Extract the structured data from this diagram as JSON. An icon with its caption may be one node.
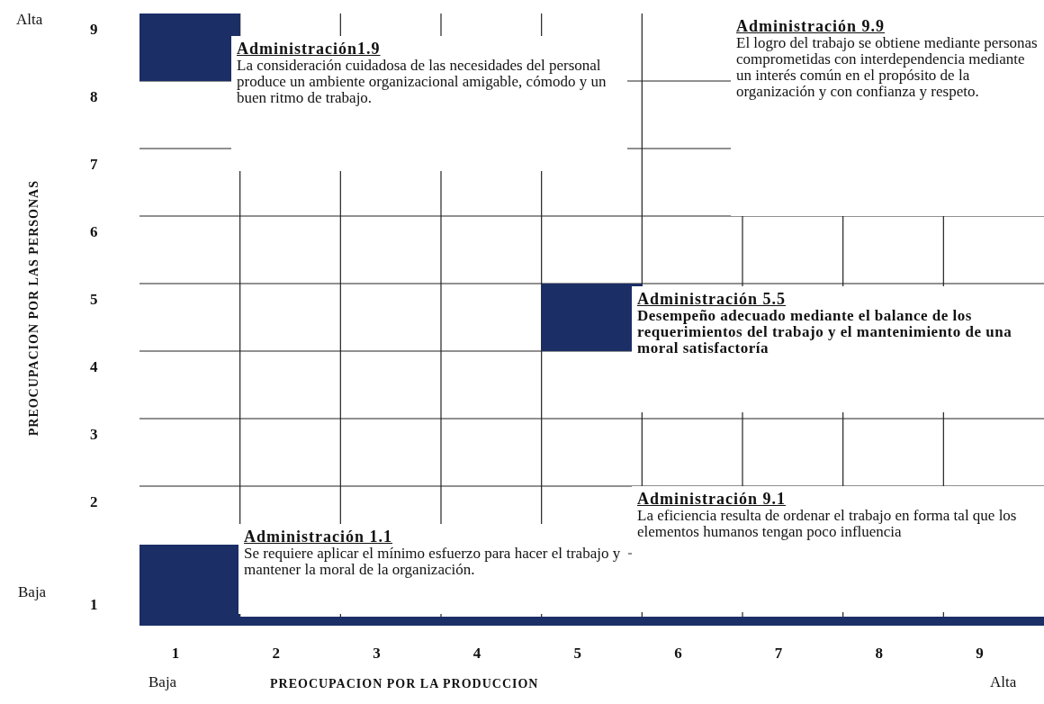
{
  "diagram": {
    "nodes": [
      {
        "text": [
          "Administración1.9",
          "La consideración  cuidadosa de las necesidades del personal produce un ambiente organizacional amigable, cómodo y un buen ritmo de trabajo."
        ]
      },
      {
        "text": [
          "Administración 9.9",
          "El logro del trabajo se obtiene mediante  personas comprometidas con interdependencia mediante un interés común en el propósito de la organización y con confianza y respeto."
        ]
      },
      {
        "text": [
          "Administración 5.5",
          "Desempeño adecuado mediante el balance de los requerimientos del trabajo y el mantenimiento de una moral satisfactoría"
        ]
      },
      {
        "text": [
          "Administración 1.1",
          "Se requiere aplicar el mínimo esfuerzo para hacer el trabajo y mantener la moral de la organización."
        ]
      },
      {
        "text": [
          "Administración 9.1",
          "La eficiencia resulta de ordenar el trabajo en forma tal que los elementos humanos tengan poco influencia"
        ]
      }
    ],
    "labels": [
      "Alta",
      "9",
      "8",
      "7",
      "6",
      "5",
      "4",
      "3",
      "2",
      "Baja",
      "1",
      "PREOCUPACION POR LAS PERSONAS",
      "1",
      "2",
      "3",
      "4",
      "5",
      "6",
      "7",
      "8",
      "9",
      "Baja",
      "PREOCUPACION POR LA PRODUCCION",
      "Alta"
    ]
  }
}
